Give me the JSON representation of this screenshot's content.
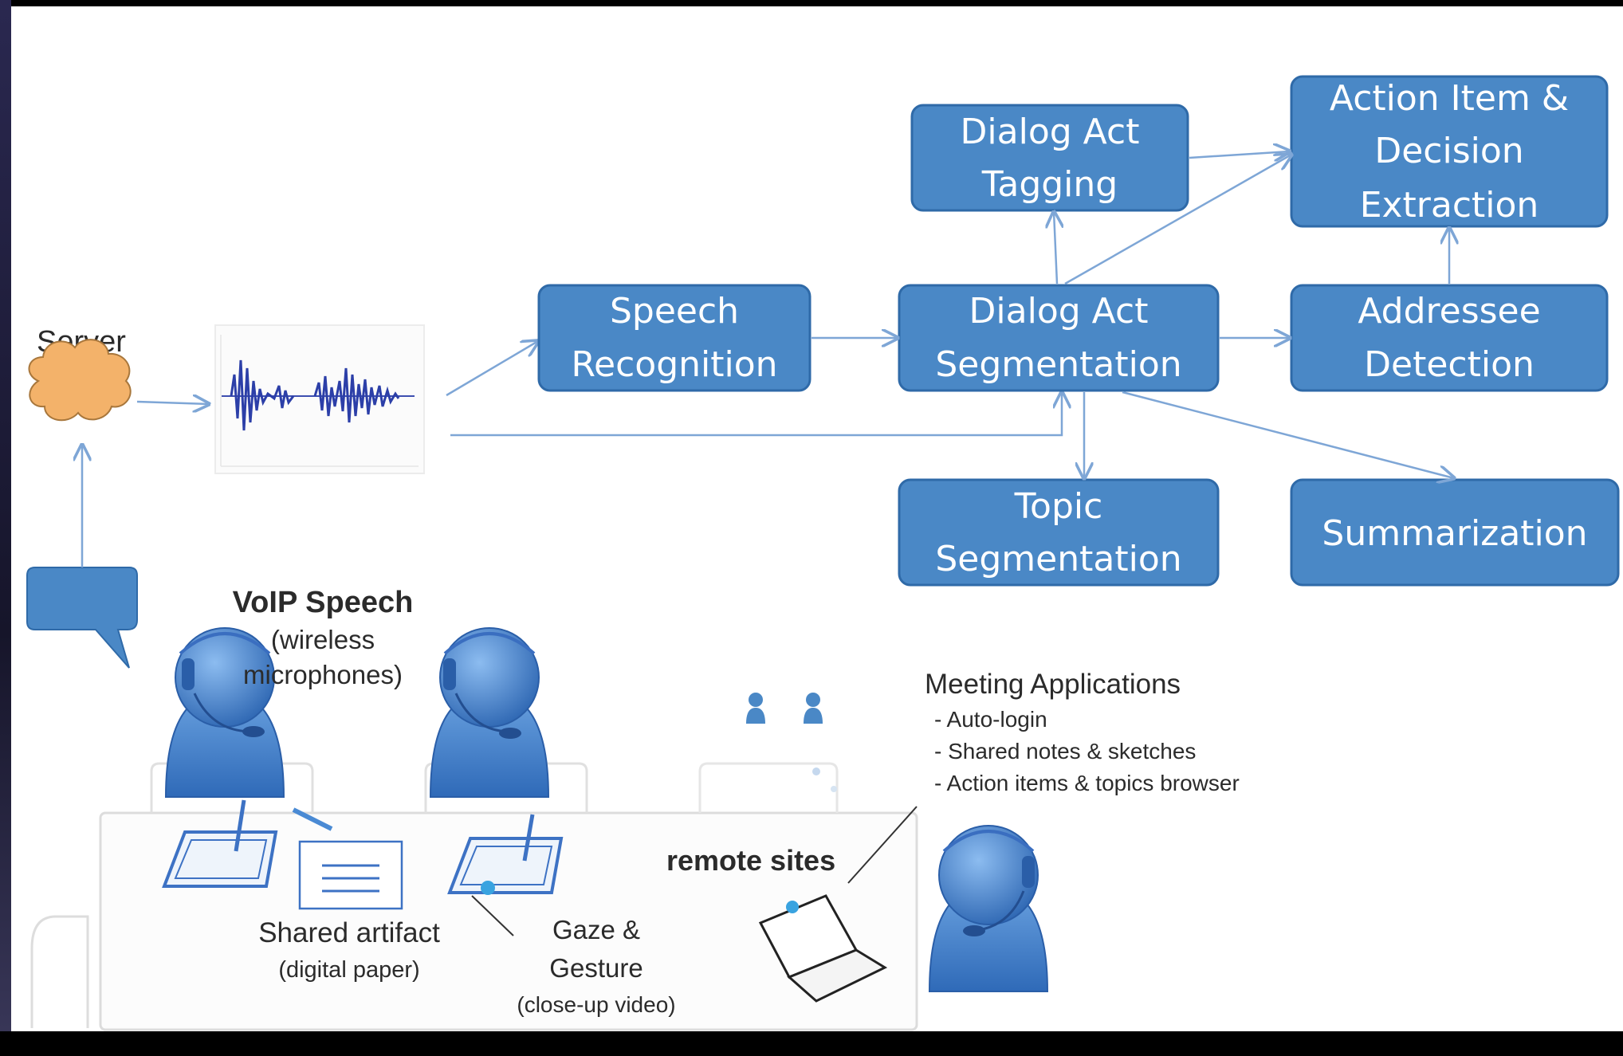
{
  "server_label": "Server",
  "boxes": {
    "speech_recognition": [
      "Speech",
      "Recognition"
    ],
    "dialog_act_tagging": [
      "Dialog Act",
      "Tagging"
    ],
    "dialog_act_segmentation": [
      "Dialog Act",
      "Segmentation"
    ],
    "action_item": [
      "Action Item &",
      "Decision",
      "Extraction"
    ],
    "addressee_detection": [
      "Addressee",
      "Detection"
    ],
    "topic_segmentation": [
      "Topic",
      "Segmentation"
    ],
    "summarization": [
      "Summarization"
    ]
  },
  "voip": {
    "title": "VoIP Speech",
    "sub1": "(wireless",
    "sub2": "microphones)"
  },
  "meeting_apps": {
    "title": "Meeting Applications",
    "items": [
      "- Auto-login",
      "- Shared notes & sketches",
      "- Action items & topics browser"
    ]
  },
  "remote_sites": "remote sites",
  "shared_artifact": {
    "title": "Shared artifact",
    "sub": "(digital paper)"
  },
  "gaze": {
    "line1": "Gaze &",
    "line2": "Gesture",
    "line3": "(close-up video)"
  },
  "colors": {
    "box_fill": "#4a88c6",
    "box_stroke": "#2f6aa8",
    "arrow": "#7ea6d6",
    "person": "#3f7fcd",
    "cloud": "#f3b26a"
  }
}
